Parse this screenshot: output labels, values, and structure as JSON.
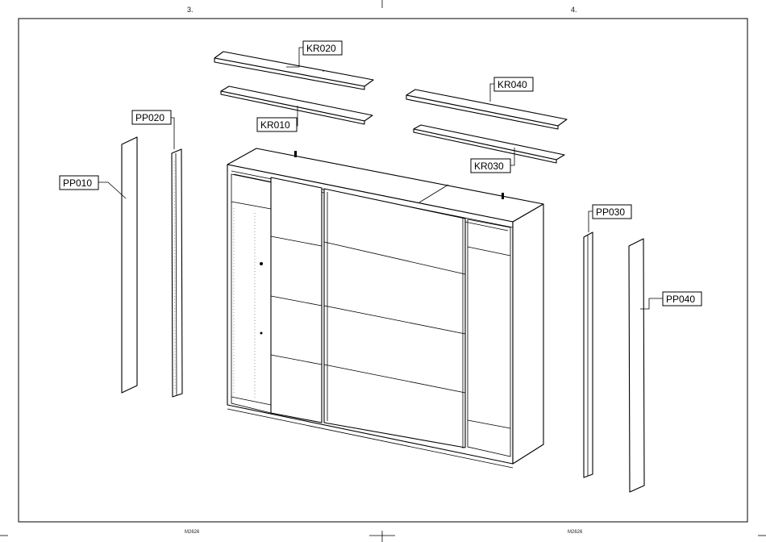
{
  "page_numbers": {
    "left": "3.",
    "right": "4."
  },
  "footer": {
    "left_code": "M2626",
    "right_code": "M2626"
  },
  "parts": {
    "kr020": "KR020",
    "kr010": "KR010",
    "kr040": "KR040",
    "kr030": "KR030",
    "pp010": "PP010",
    "pp020": "PP020",
    "pp030": "PP030",
    "pp040": "PP040"
  }
}
